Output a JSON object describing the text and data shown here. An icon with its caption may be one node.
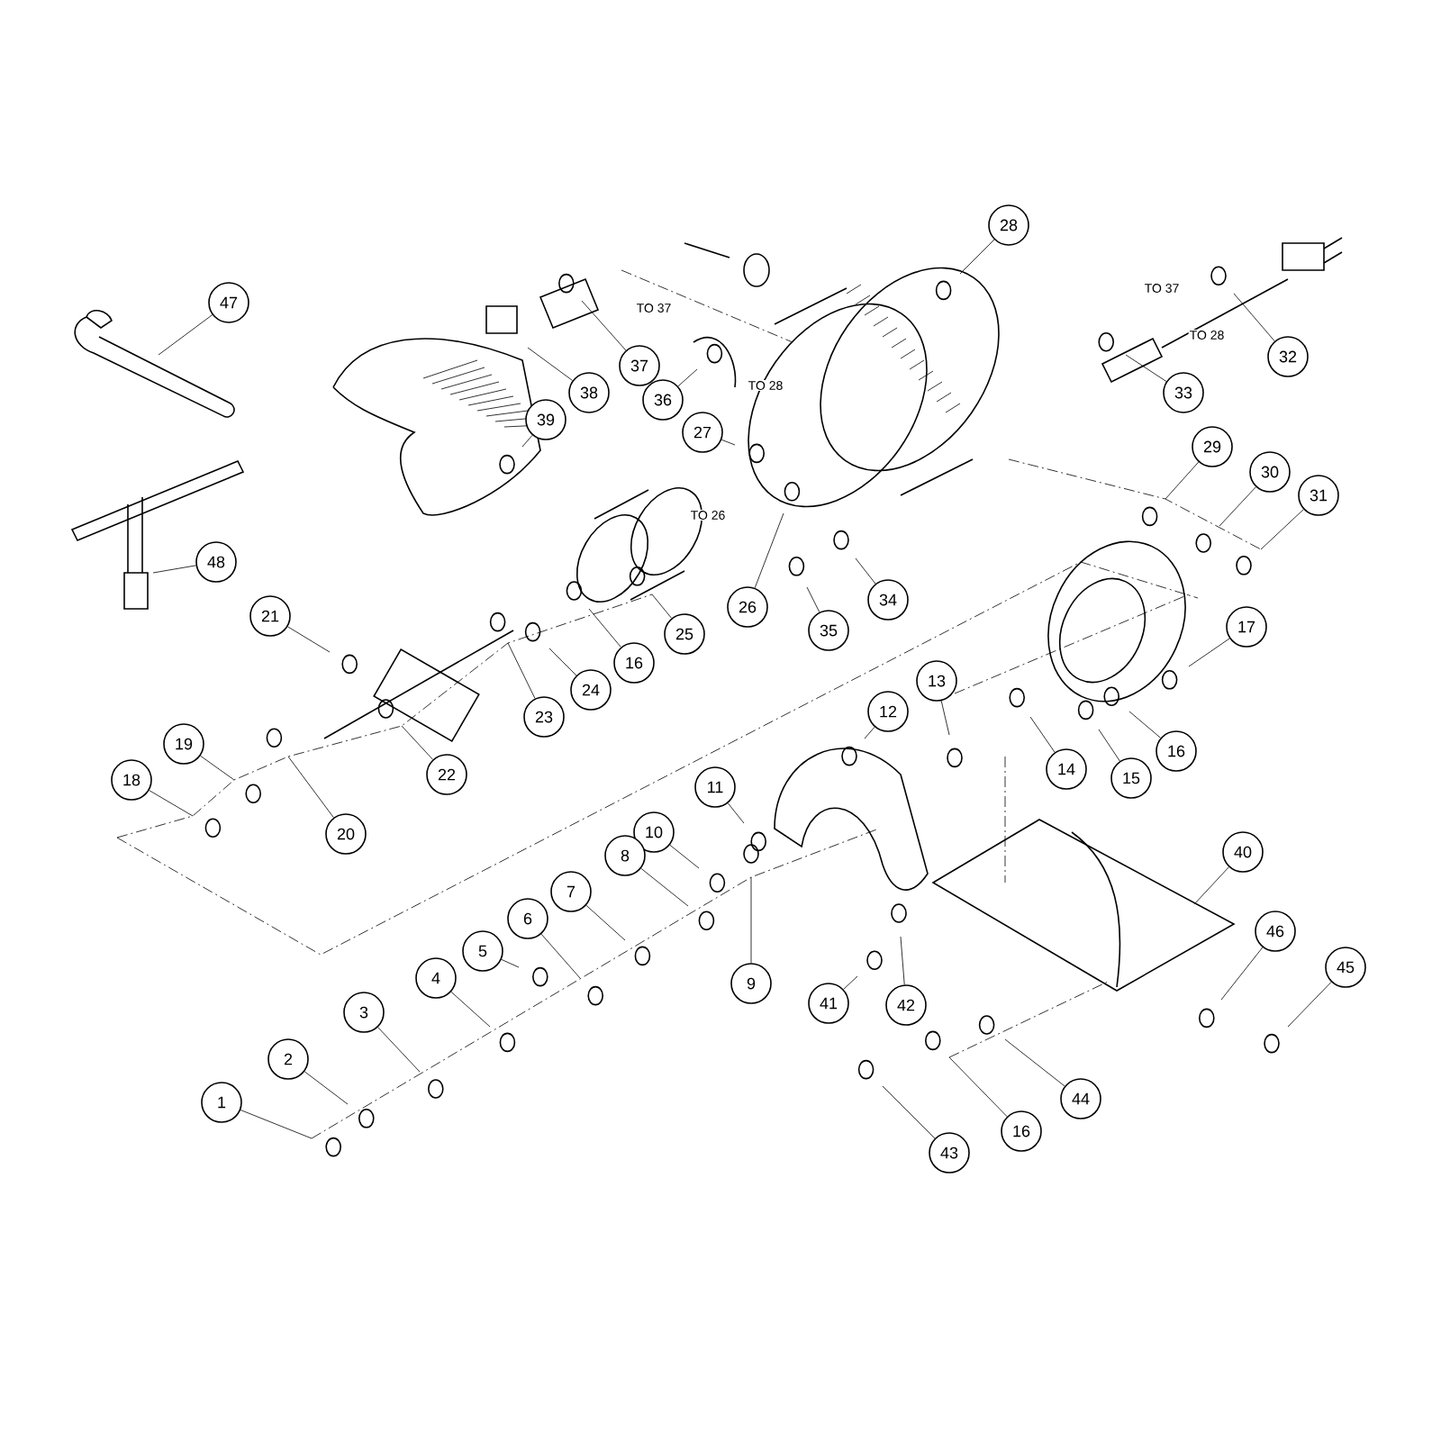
{
  "diagram": {
    "nodes": [
      {
        "text": [
          "28"
        ]
      },
      {
        "text": [
          "47"
        ]
      },
      {
        "text": [
          "32"
        ]
      },
      {
        "text": [
          "37"
        ]
      },
      {
        "text": [
          "38"
        ]
      },
      {
        "text": [
          "33"
        ]
      },
      {
        "text": [
          "36"
        ]
      },
      {
        "text": [
          "39"
        ]
      },
      {
        "text": [
          "27"
        ]
      },
      {
        "text": [
          "29"
        ]
      },
      {
        "text": [
          "30"
        ]
      },
      {
        "text": [
          "31"
        ]
      },
      {
        "text": [
          "48"
        ]
      },
      {
        "text": [
          "34"
        ]
      },
      {
        "text": [
          "26"
        ]
      },
      {
        "text": [
          "21"
        ]
      },
      {
        "text": [
          "17"
        ]
      },
      {
        "text": [
          "35"
        ]
      },
      {
        "text": [
          "25"
        ]
      },
      {
        "text": [
          "16"
        ]
      },
      {
        "text": [
          "13"
        ]
      },
      {
        "text": [
          "24"
        ]
      },
      {
        "text": [
          "12"
        ]
      },
      {
        "text": [
          "23"
        ]
      },
      {
        "text": [
          "19"
        ]
      },
      {
        "text": [
          "16"
        ]
      },
      {
        "text": [
          "14"
        ]
      },
      {
        "text": [
          "22"
        ]
      },
      {
        "text": [
          "15"
        ]
      },
      {
        "text": [
          "18"
        ]
      },
      {
        "text": [
          "11"
        ]
      },
      {
        "text": [
          "10"
        ]
      },
      {
        "text": [
          "20"
        ]
      },
      {
        "text": [
          "40"
        ]
      },
      {
        "text": [
          "8"
        ]
      },
      {
        "text": [
          "7"
        ]
      },
      {
        "text": [
          "6"
        ]
      },
      {
        "text": [
          "46"
        ]
      },
      {
        "text": [
          "5"
        ]
      },
      {
        "text": [
          "45"
        ]
      },
      {
        "text": [
          "4"
        ]
      },
      {
        "text": [
          "9"
        ]
      },
      {
        "text": [
          "41"
        ]
      },
      {
        "text": [
          "42"
        ]
      },
      {
        "text": [
          "3"
        ]
      },
      {
        "text": [
          "2"
        ]
      },
      {
        "text": [
          "1"
        ]
      },
      {
        "text": [
          "44"
        ]
      },
      {
        "text": [
          "16"
        ]
      },
      {
        "text": [
          "43"
        ]
      }
    ],
    "edges": [
      {
        "from": 0,
        "to": null,
        "arrow": "none"
      },
      {
        "from": 1,
        "to": null,
        "arrow": "none"
      },
      {
        "from": 2,
        "to": null,
        "arrow": "none"
      },
      {
        "from": 3,
        "to": null,
        "arrow": "none"
      },
      {
        "from": 4,
        "to": null,
        "arrow": "none"
      },
      {
        "from": 5,
        "to": null,
        "arrow": "none"
      },
      {
        "from": 6,
        "to": null,
        "arrow": "none"
      },
      {
        "from": 7,
        "to": null,
        "arrow": "none"
      },
      {
        "from": 8,
        "to": null,
        "arrow": "none"
      },
      {
        "from": 9,
        "to": null,
        "arrow": "none"
      },
      {
        "from": 10,
        "to": null,
        "arrow": "none"
      },
      {
        "from": 11,
        "to": null,
        "arrow": "none"
      },
      {
        "from": 12,
        "to": null,
        "arrow": "none"
      },
      {
        "from": 13,
        "to": null,
        "arrow": "none"
      },
      {
        "from": 14,
        "to": null,
        "arrow": "none"
      },
      {
        "from": 15,
        "to": null,
        "arrow": "none"
      },
      {
        "from": 16,
        "to": null,
        "arrow": "none"
      },
      {
        "from": 17,
        "to": null,
        "arrow": "none"
      },
      {
        "from": 18,
        "to": null,
        "arrow": "none"
      },
      {
        "from": 19,
        "to": null,
        "arrow": "none"
      },
      {
        "from": 20,
        "to": null,
        "arrow": "none"
      },
      {
        "from": 21,
        "to": null,
        "arrow": "none"
      },
      {
        "from": 22,
        "to": null,
        "arrow": "none"
      },
      {
        "from": 23,
        "to": null,
        "arrow": "none"
      },
      {
        "from": 24,
        "to": null,
        "arrow": "none"
      },
      {
        "from": 25,
        "to": null,
        "arrow": "none"
      },
      {
        "from": 26,
        "to": null,
        "arrow": "none"
      },
      {
        "from": 27,
        "to": null,
        "arrow": "none"
      },
      {
        "from": 28,
        "to": null,
        "arrow": "none"
      },
      {
        "from": 29,
        "to": null,
        "arrow": "none"
      },
      {
        "from": 30,
        "to": null,
        "arrow": "none"
      },
      {
        "from": 31,
        "to": null,
        "arrow": "none"
      },
      {
        "from": 32,
        "to": null,
        "arrow": "none"
      },
      {
        "from": 33,
        "to": null,
        "arrow": "none"
      },
      {
        "from": 34,
        "to": null,
        "arrow": "none"
      },
      {
        "from": 35,
        "to": null,
        "arrow": "none"
      },
      {
        "from": 36,
        "to": null,
        "arrow": "none"
      },
      {
        "from": 37,
        "to": null,
        "arrow": "none"
      },
      {
        "from": 38,
        "to": null,
        "arrow": "none"
      },
      {
        "from": 39,
        "to": null,
        "arrow": "none"
      },
      {
        "from": 40,
        "to": null,
        "arrow": "none"
      },
      {
        "from": 41,
        "to": null,
        "arrow": "none"
      },
      {
        "from": 42,
        "to": null,
        "arrow": "none"
      },
      {
        "from": 43,
        "to": null,
        "arrow": "none"
      },
      {
        "from": 44,
        "to": null,
        "arrow": "none"
      },
      {
        "from": 45,
        "to": null,
        "arrow": "none"
      },
      {
        "from": 46,
        "to": null,
        "arrow": "none"
      },
      {
        "from": 47,
        "to": null,
        "arrow": "none"
      },
      {
        "from": 48,
        "to": null,
        "arrow": "none"
      },
      {
        "from": 49,
        "to": null,
        "arrow": "none"
      }
    ],
    "labels": [
      "TO 37",
      "TO 28",
      "TO 26",
      "TO 37",
      "TO 28"
    ]
  }
}
